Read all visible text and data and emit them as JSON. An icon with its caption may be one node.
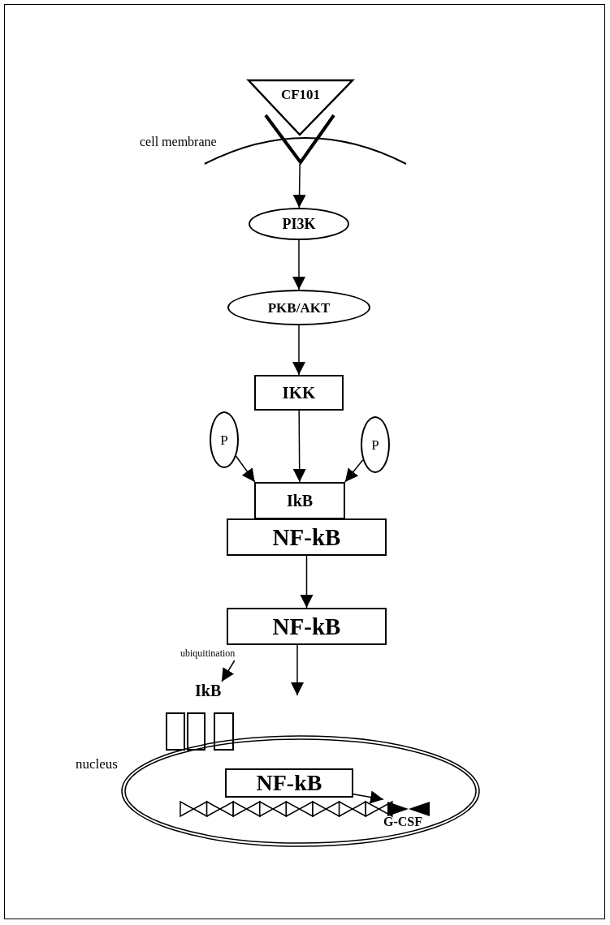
{
  "diagram": {
    "nodes": [
      {
        "text": [
          "CF101"
        ]
      },
      {
        "text": [
          "PI3K"
        ]
      },
      {
        "text": [
          "PKB/AKT"
        ]
      },
      {
        "text": [
          "IKK"
        ]
      },
      {
        "text": [
          "P"
        ]
      },
      {
        "text": [
          "P"
        ]
      },
      {
        "text": [
          "IkB"
        ]
      },
      {
        "text": [
          "NF-kB"
        ]
      },
      {
        "text": [
          "NF-kB"
        ]
      },
      {
        "text": [
          "IkB"
        ]
      },
      {
        "text": [
          "ubiquitination"
        ]
      },
      {
        "text": [],
        "shape": "box"
      },
      {
        "text": [],
        "shape": "box"
      },
      {
        "text": [],
        "shape": "box"
      },
      {
        "text": [
          "nucleus"
        ]
      },
      {
        "text": [
          "NF-kB"
        ],
        "in": 14
      },
      {
        "text": [
          "G-CSF"
        ],
        "in": 14
      }
    ],
    "edges": [
      {
        "from": 0,
        "to": 1,
        "arrow": "to"
      },
      {
        "from": 1,
        "to": 2,
        "arrow": "to"
      },
      {
        "from": 2,
        "to": 3,
        "arrow": "to"
      },
      {
        "from": 3,
        "to": 6,
        "arrow": "to"
      },
      {
        "from": 4,
        "to": 6,
        "arrow": "to"
      },
      {
        "from": 5,
        "to": 6,
        "arrow": "to"
      },
      {
        "from": 7,
        "to": 8,
        "arrow": "to"
      },
      {
        "from": 10,
        "to": 9,
        "arrow": "to"
      },
      {
        "from": 8,
        "to": null,
        "arrow": "to"
      },
      {
        "from": 15,
        "to": 16,
        "arrow": "to"
      }
    ],
    "labels": [
      "cell membrane"
    ]
  }
}
